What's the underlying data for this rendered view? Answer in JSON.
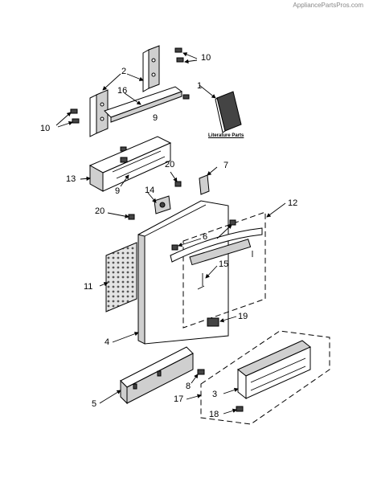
{
  "watermark": "AppliancePartsPros.com",
  "literature_label": "Literature Parts",
  "callouts": {
    "c1": "1",
    "c2": "2",
    "c3": "3",
    "c4": "4",
    "c5": "5",
    "c6": "6",
    "c7": "7",
    "c8": "8",
    "c9a": "9",
    "c9b": "9",
    "c10a": "10",
    "c10b": "10",
    "c11": "11",
    "c12": "12",
    "c13": "13",
    "c14": "14",
    "c15": "15",
    "c16": "16",
    "c17": "17",
    "c18": "18",
    "c19": "19",
    "c20a": "20",
    "c20b": "20"
  }
}
